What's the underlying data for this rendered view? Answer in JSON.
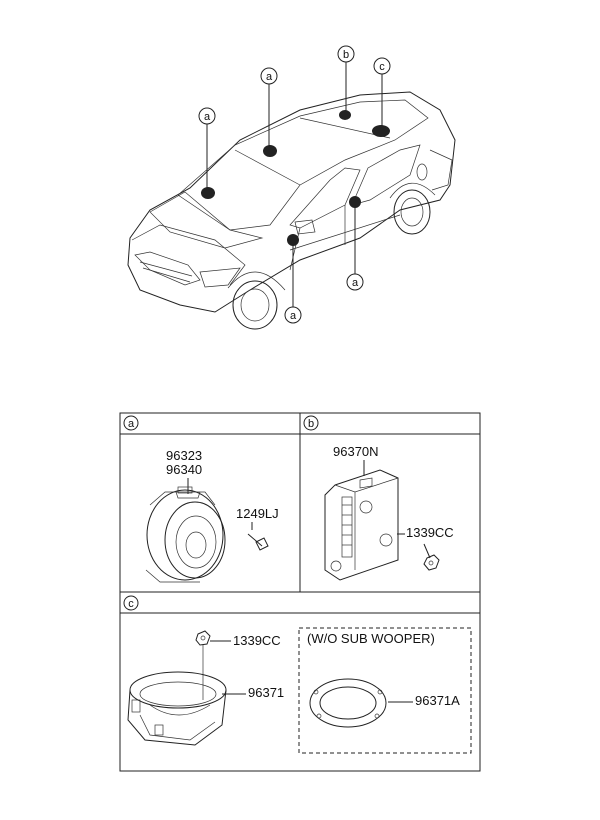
{
  "callouts": {
    "a": "a",
    "b": "b",
    "c": "c"
  },
  "panels": {
    "a": {
      "tag": "a",
      "part_1": "96323",
      "part_2": "96340",
      "screw": "1249LJ"
    },
    "b": {
      "tag": "b",
      "amp": "96370N",
      "nut": "1339CC"
    },
    "c": {
      "tag": "c",
      "nut": "1339CC",
      "woofer": "96371",
      "note": "(W/O SUB WOOPER)",
      "ring": "96371A"
    }
  }
}
